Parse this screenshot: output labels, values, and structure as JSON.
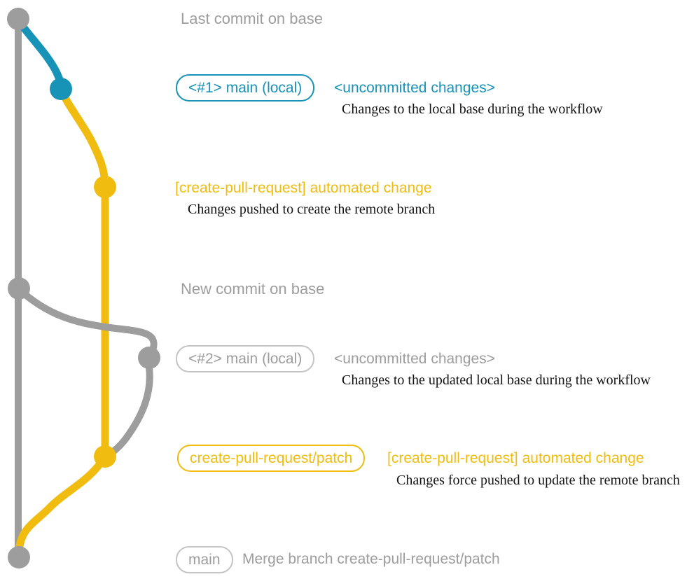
{
  "colors": {
    "gray": "#9d9d9d",
    "gray_border": "#c4c4c4",
    "teal": "#1793b8",
    "yellow": "#f0bc10",
    "ink": "#141414"
  },
  "milestones": {
    "last_commit": {
      "title": "Last commit on base"
    },
    "local_1": {
      "branch_pill": "<#1> main (local)",
      "status": "<uncommitted changes>",
      "description": "Changes to the local base during the workflow"
    },
    "push_1": {
      "title": "[create-pull-request] automated change",
      "description": "Changes pushed to create the remote branch"
    },
    "new_commit": {
      "title": "New commit on base"
    },
    "local_2": {
      "branch_pill": "<#2> main (local)",
      "status": "<uncommitted changes>",
      "description": "Changes to the updated local base during the workflow"
    },
    "push_2": {
      "branch_pill": "create-pull-request/patch",
      "title": "[create-pull-request] automated change",
      "description": "Changes force pushed to update the remote branch"
    },
    "merge": {
      "branch_pill": "main",
      "title": "Merge branch create-pull-request/patch"
    }
  }
}
